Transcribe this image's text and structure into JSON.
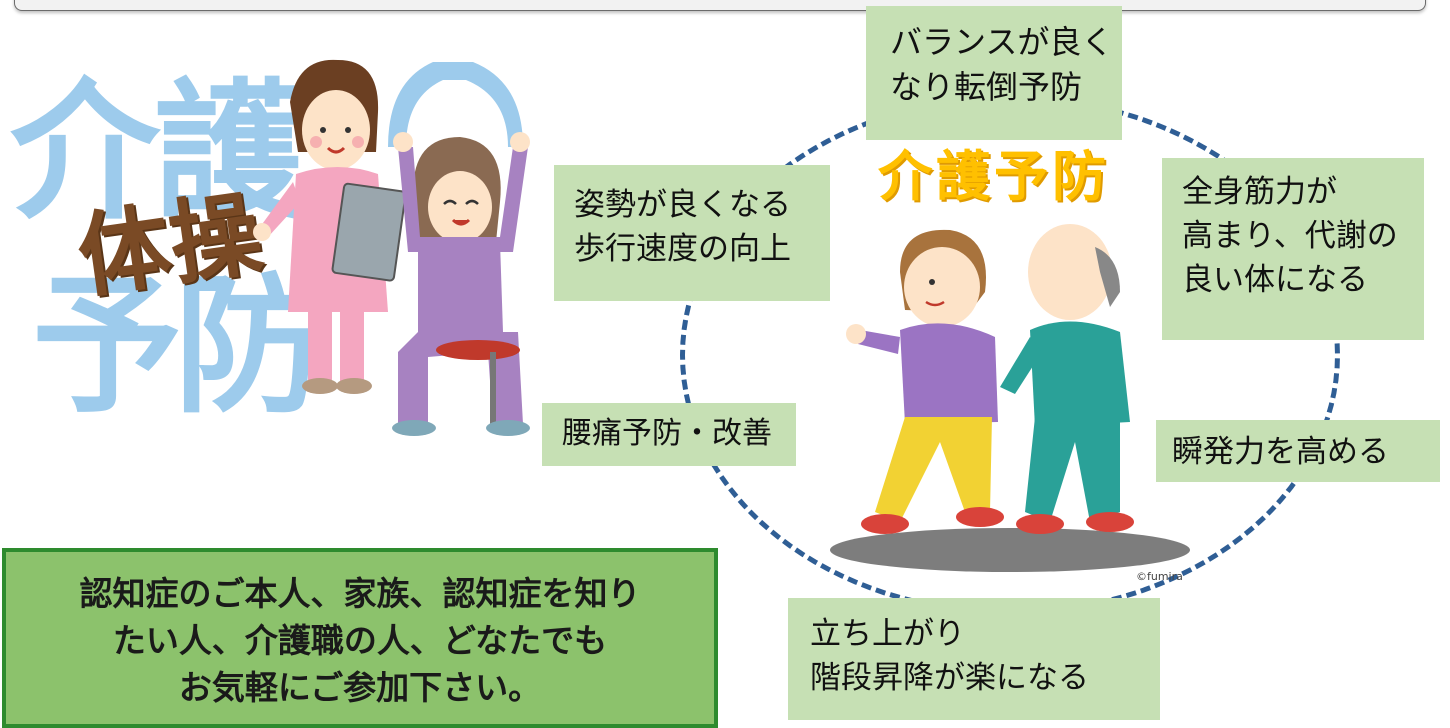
{
  "title": {
    "kaigo": "介護",
    "taisou": "体操",
    "yobou": "予防"
  },
  "circle_heading": "介護予防",
  "benefits": {
    "balance": [
      "バランスが良く",
      "なり転倒予防"
    ],
    "posture": [
      "姿勢が良くなる",
      "歩行速度の向上"
    ],
    "muscle": [
      "全身筋力が",
      "高まり、代謝の",
      "良い体になる"
    ],
    "backpain": [
      "腰痛予防・改善"
    ],
    "power": [
      "瞬発力を高める"
    ],
    "stairs": [
      "立ち上がり",
      "階段昇降が楽になる"
    ]
  },
  "notice": [
    "認知症のご本人、家族、認知症を知り",
    "たい人、介護職の人、どなたでも",
    "お気軽にご参加下さい。"
  ],
  "illustration_credit": "©fumira",
  "colors": {
    "box_fill": "#c6e0b4",
    "circle_stroke": "#2f5e95",
    "heading_yellow": "#ffc000",
    "title_blue": "#9dcbec",
    "notice_fill": "#8cc26c"
  }
}
